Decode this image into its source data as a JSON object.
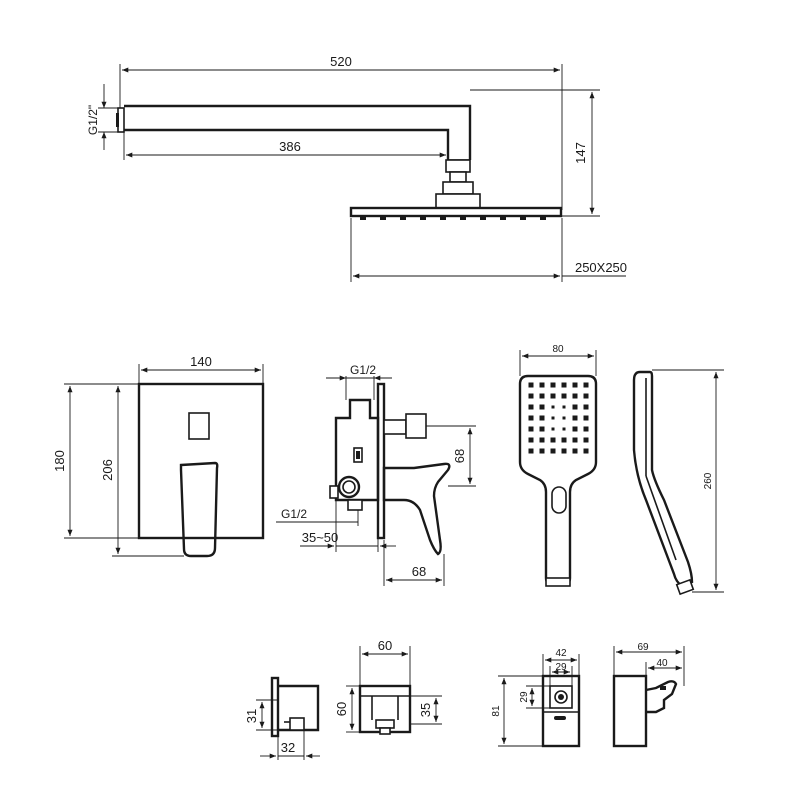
{
  "colors": {
    "line": "#1a1a1a",
    "background": "#ffffff"
  },
  "head_view": {
    "d_width_total": "520",
    "d_thread": "G1/2\"",
    "d_arm_length": "386",
    "d_drop": "147",
    "d_head_size": "250X250"
  },
  "mixer_front": {
    "d_width": "140",
    "d_height_plate": "180",
    "d_height_total": "206"
  },
  "mixer_side": {
    "d_top_thread": "G1/2",
    "d_outlet": "68",
    "d_bottom_thread": "G1/2",
    "d_depth_range": "35~50",
    "d_lever": "68"
  },
  "hand_shower": {
    "d_width": "80",
    "d_length": "260"
  },
  "elbow": {
    "d_height": "31",
    "d_depth": "32"
  },
  "outlet_box": {
    "d_width": "60",
    "d_height": "60",
    "d_depth": "35"
  },
  "holder_front": {
    "d_width": "42",
    "d_inner_width": "29",
    "d_inner_height": "29",
    "d_height": "81"
  },
  "holder_side": {
    "d_depth": "69",
    "d_inner": "40"
  }
}
